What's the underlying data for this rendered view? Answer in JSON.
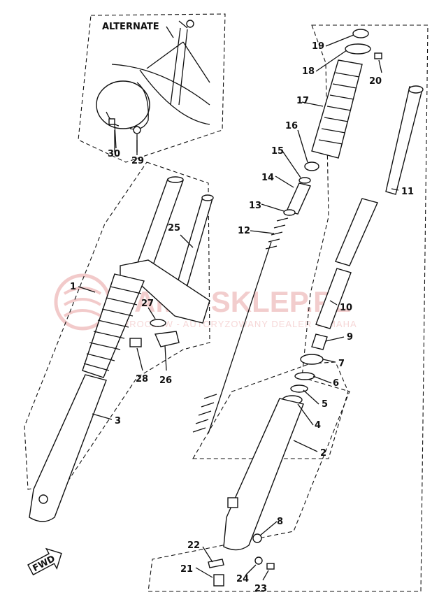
{
  "diagram": {
    "alternate_label": "ALTERNATE",
    "fwd_label": "FWD",
    "watermark": {
      "main": "YAMA-SKLEP.PL",
      "sub": "WROCŁAW - AUTORYZOWANY DEALER YAMAHA"
    },
    "callouts": [
      "1",
      "2",
      "3",
      "4",
      "5",
      "6",
      "7",
      "8",
      "9",
      "10",
      "11",
      "12",
      "13",
      "14",
      "15",
      "16",
      "17",
      "18",
      "19",
      "20",
      "21",
      "22",
      "23",
      "24",
      "25",
      "26",
      "27",
      "28",
      "29",
      "30"
    ]
  }
}
